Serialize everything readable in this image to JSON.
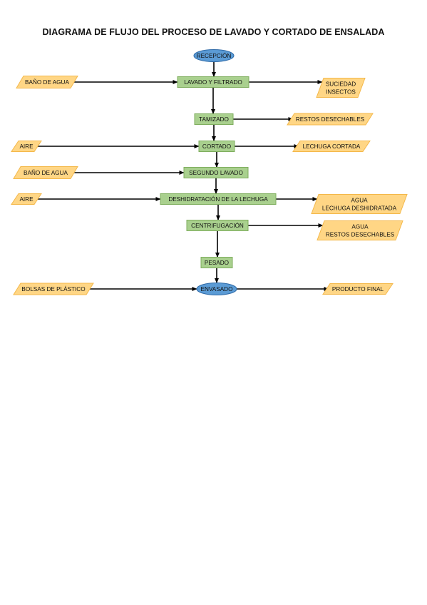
{
  "title": "DIAGRAMA DE FLUJO DEL PROCESO DE LAVADO Y CORTADO DE ENSALADA",
  "colors": {
    "process_fill": "#a9d08e",
    "process_stroke": "#7fae5e",
    "io_fill": "#ffd685",
    "io_stroke": "#f4b84a",
    "terminal_fill": "#5b9bd5",
    "terminal_stroke": "#2e6aa8",
    "arrow": "#000000"
  },
  "nodes": {
    "recepcion": {
      "type": "terminal",
      "lines": [
        "RECEPCIÓN"
      ]
    },
    "lavado": {
      "type": "process",
      "lines": [
        "LAVADO  Y FILTRADO"
      ]
    },
    "tamizado": {
      "type": "process",
      "lines": [
        "TAMIZADO"
      ]
    },
    "cortado": {
      "type": "process",
      "lines": [
        "CORTADO"
      ]
    },
    "segundo_lavado": {
      "type": "process",
      "lines": [
        "SEGUNDO LAVADO"
      ]
    },
    "deshidratacion": {
      "type": "process",
      "lines": [
        "DESHIDRATACIÓN DE LA LECHUGA"
      ]
    },
    "centrifugacion": {
      "type": "process",
      "lines": [
        "CENTRIFUGACIÓN"
      ]
    },
    "pesado": {
      "type": "process",
      "lines": [
        "PESADO"
      ]
    },
    "envasado": {
      "type": "terminal",
      "lines": [
        "ENVASADO"
      ]
    },
    "in_bano_1": {
      "type": "io",
      "lines": [
        "BAÑO DE AGUA"
      ]
    },
    "in_aire_1": {
      "type": "io",
      "lines": [
        "AIRE"
      ]
    },
    "in_bano_2": {
      "type": "io",
      "lines": [
        "BAÑO DE AGUA"
      ]
    },
    "in_aire_2": {
      "type": "io",
      "lines": [
        "AIRE"
      ]
    },
    "in_bolsas": {
      "type": "io",
      "lines": [
        "BOLSAS DE PLÁSTICO"
      ]
    },
    "out_suciedad": {
      "type": "io",
      "lines": [
        "SUCIEDAD",
        "INSECTOS"
      ]
    },
    "out_restos_1": {
      "type": "io",
      "lines": [
        "RESTOS DESECHABLES"
      ]
    },
    "out_lechuga_cortada": {
      "type": "io",
      "lines": [
        "LECHUGA CORTADA"
      ]
    },
    "out_agua_lechuga": {
      "type": "io",
      "lines": [
        "AGUA",
        "LECHUGA DESHIDRATADA"
      ]
    },
    "out_agua_restos": {
      "type": "io",
      "lines": [
        "AGUA",
        "RESTOS DESECHABLES"
      ]
    },
    "out_producto": {
      "type": "io",
      "lines": [
        "PRODUCTO FINAL"
      ]
    }
  },
  "edges": [
    [
      "recepcion",
      "lavado"
    ],
    [
      "lavado",
      "tamizado"
    ],
    [
      "tamizado",
      "cortado"
    ],
    [
      "cortado",
      "segundo_lavado"
    ],
    [
      "segundo_lavado",
      "deshidratacion"
    ],
    [
      "deshidratacion",
      "centrifugacion"
    ],
    [
      "centrifugacion",
      "pesado"
    ],
    [
      "pesado",
      "envasado"
    ],
    [
      "in_bano_1",
      "lavado"
    ],
    [
      "in_aire_1",
      "cortado"
    ],
    [
      "in_bano_2",
      "segundo_lavado"
    ],
    [
      "in_aire_2",
      "deshidratacion"
    ],
    [
      "in_bolsas",
      "envasado"
    ],
    [
      "lavado",
      "out_suciedad"
    ],
    [
      "tamizado",
      "out_restos_1"
    ],
    [
      "cortado",
      "out_lechuga_cortada"
    ],
    [
      "deshidratacion",
      "out_agua_lechuga"
    ],
    [
      "centrifugacion",
      "out_agua_restos"
    ],
    [
      "envasado",
      "out_producto"
    ]
  ]
}
